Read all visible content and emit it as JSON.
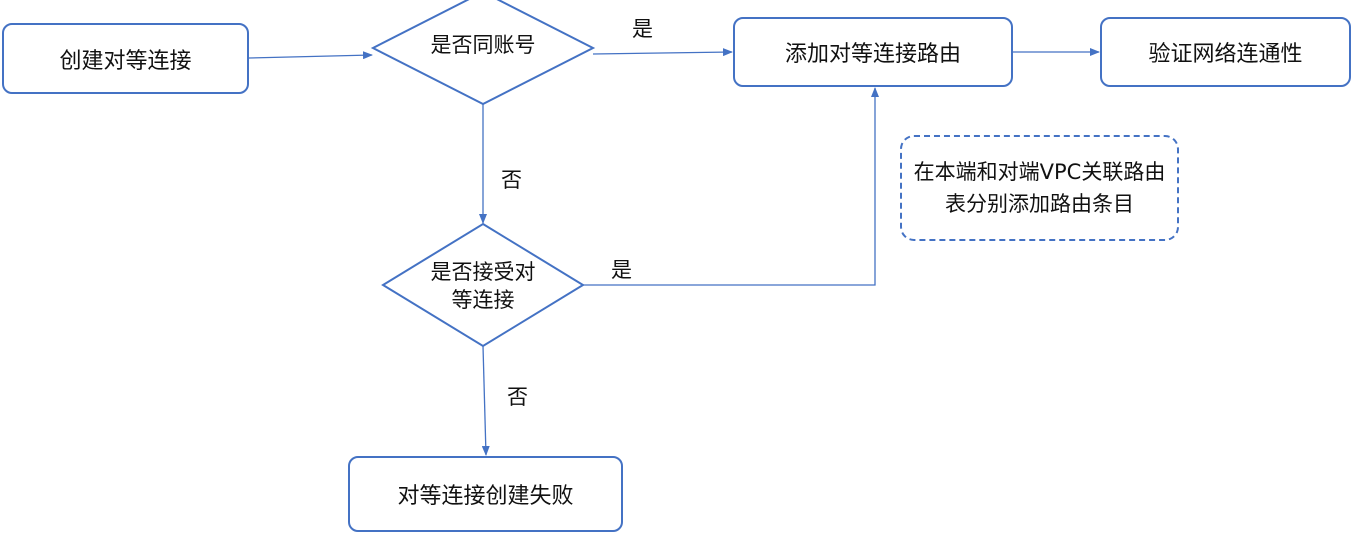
{
  "nodes": {
    "create": "创建对等连接",
    "same_account": "是否同账号",
    "add_route": "添加对等连接路由",
    "verify": "验证网络连通性",
    "note": "在本端和对端VPC关联路由表分别添加路由条目",
    "accept_line1": "是否接受对",
    "accept_line2": "等连接",
    "fail": "对等连接创建失败"
  },
  "edges": {
    "yes1": "是",
    "no1": "否",
    "yes2": "是",
    "no2": "否"
  },
  "colors": {
    "stroke": "#4472C4"
  }
}
